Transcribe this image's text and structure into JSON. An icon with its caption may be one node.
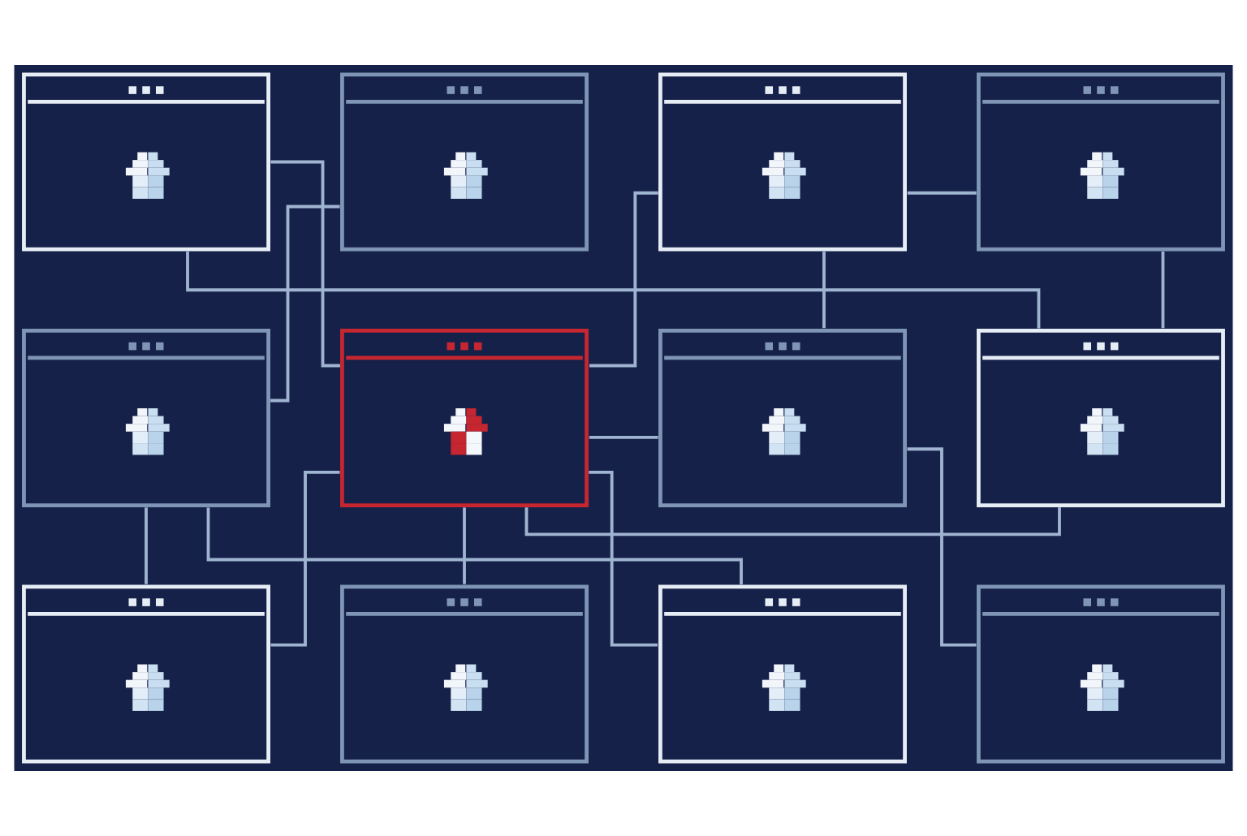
{
  "diagram": {
    "nodes": [
      {
        "text": [],
        "shape": "picture"
      },
      {
        "text": [],
        "shape": "picture"
      },
      {
        "text": [],
        "shape": "picture"
      },
      {
        "text": [],
        "shape": "picture"
      },
      {
        "text": [],
        "shape": "picture"
      },
      {
        "text": [],
        "shape": "picture"
      },
      {
        "text": [],
        "shape": "picture"
      },
      {
        "text": [],
        "shape": "picture"
      },
      {
        "text": [],
        "shape": "picture"
      },
      {
        "text": [],
        "shape": "picture"
      },
      {
        "text": [],
        "shape": "picture"
      },
      {
        "text": [],
        "shape": "picture"
      }
    ],
    "edges": [
      {
        "from": 0,
        "to": 5,
        "arrow": "none"
      },
      {
        "from": 0,
        "to": 7,
        "arrow": "none"
      },
      {
        "from": 3,
        "to": 7,
        "arrow": "none"
      },
      {
        "from": 1,
        "to": 4,
        "arrow": "none"
      },
      {
        "from": 2,
        "to": 5,
        "arrow": "none"
      },
      {
        "from": 2,
        "to": 3,
        "arrow": "none"
      },
      {
        "from": 2,
        "to": 6,
        "arrow": "none"
      },
      {
        "from": 5,
        "to": 6,
        "arrow": "none"
      },
      {
        "from": 5,
        "to": 10,
        "arrow": "none"
      },
      {
        "from": 5,
        "to": 7,
        "arrow": "none"
      },
      {
        "from": 4,
        "to": 8,
        "arrow": "none"
      },
      {
        "from": 4,
        "to": 10,
        "arrow": "none"
      },
      {
        "from": 6,
        "to": 11,
        "arrow": "none"
      },
      {
        "from": 5,
        "to": 8,
        "arrow": "none"
      },
      {
        "from": 5,
        "to": 9,
        "arrow": "none"
      }
    ]
  }
}
